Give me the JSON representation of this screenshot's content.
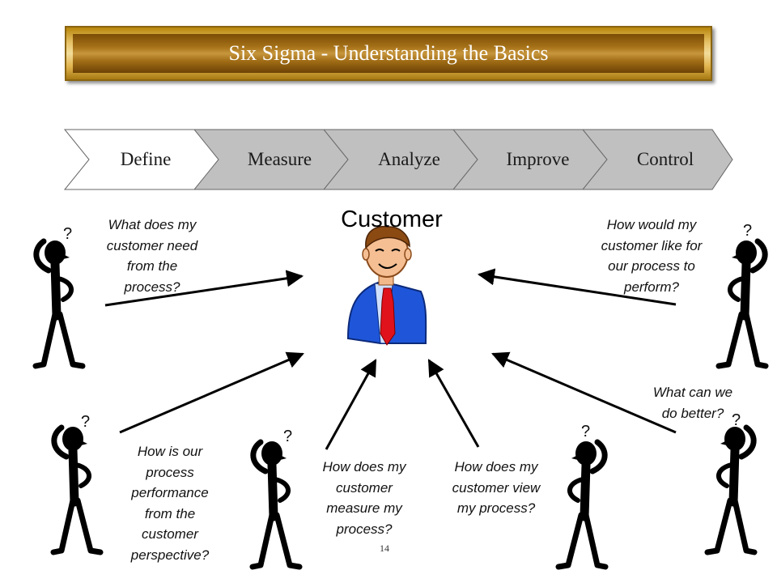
{
  "title": "Six Sigma - Understanding the Basics",
  "steps": [
    "Define",
    "Measure",
    "Analyze",
    "Improve",
    "Control"
  ],
  "center": {
    "label": "Customer"
  },
  "questions": {
    "top_left": "What does my\ncustomer need\nfrom the\nprocess?",
    "top_right": "How would my\ncustomer like for\nour process to\nperform?",
    "mid_right": "What can we\ndo better?",
    "bottom_left": "How is our\nprocess\nperformance\nfrom the\ncustomer\nperspective?",
    "bottom_mid_left": "How does my\ncustomer\nmeasure my\nprocess?",
    "bottom_mid_right": "How does my\ncustomer view\nmy process?"
  },
  "question_mark": "?",
  "page_number": "14",
  "colors": {
    "step_active_fill": "#ffffff",
    "step_fill": "#c0c0c0",
    "suit_blue": "#1f56d9",
    "tie_red": "#e0121b",
    "figure_black": "#000000"
  }
}
